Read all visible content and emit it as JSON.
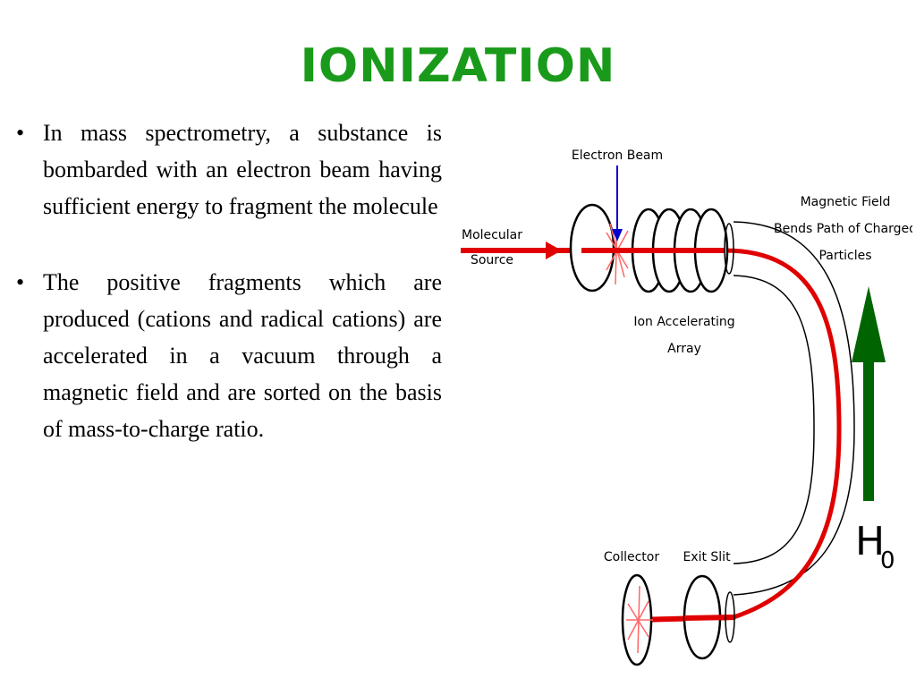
{
  "title": "IONIZATION",
  "bullets": [
    "In mass spectrometry, a substance is bombarded with an electron beam having sufficient energy to fragment the molecule",
    "The positive fragments which are produced (cations and radical cations) are accelerated in a vacuum through a magnetic field and are sorted on the basis of mass-to-charge ratio."
  ],
  "bullet_symbol": "•",
  "diagram": {
    "labels": {
      "electron_beam": "Electron Beam",
      "molecular_source_1": "Molecular",
      "molecular_source_2": "Source",
      "magnetic_field_1": "Magnetic Field",
      "magnetic_field_2": "Bends Path of Charged",
      "magnetic_field_3": "Particles",
      "ion_accel_1": "Ion Accelerating",
      "ion_accel_2": "Array",
      "collector": "Collector",
      "exit_slit": "Exit Slit",
      "field_h": "H",
      "field_sub": "0"
    },
    "colors": {
      "beam": "#e00000",
      "field_arrow": "#006400",
      "electron_arrow": "#0000cc",
      "title": "#1a9a1a"
    }
  }
}
